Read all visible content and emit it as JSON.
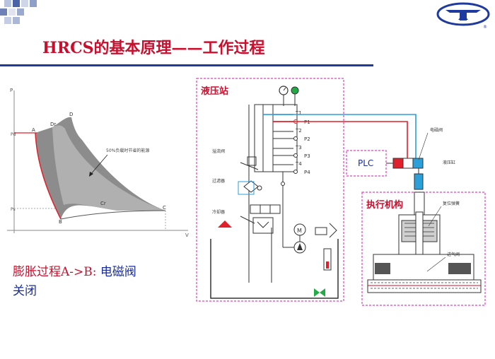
{
  "header": {
    "title": "HRCS的基本原理——工作过程"
  },
  "pv_chart": {
    "axis_p": "P",
    "axis_v": "V",
    "pd_label": "Pd",
    "ps_label": "Ps",
    "point_a": "A",
    "point_b": "B",
    "point_c": "C",
    "point_d": "D",
    "point_dr": "Dr",
    "point_cr": "Cr",
    "annotation": "50%负载时节省的能源"
  },
  "caption": {
    "part1": "膨胀过程A->B:",
    "part2": "电磁阀",
    "part3": "关闭"
  },
  "hydraulic": {
    "station_label": "液压站",
    "t1": "T1",
    "p1": "P1",
    "t2": "T2",
    "p2": "P2",
    "t3": "T3",
    "p3": "P3",
    "t4": "T4",
    "p4": "P4",
    "relief_valve": "溢流阀",
    "filter": "过滤器",
    "cooler": "冷却器",
    "plc": "PLC",
    "solenoid_valve": "电磁阀",
    "cylinder": "液压缸",
    "actuator_label": "执行机构",
    "reset_spring": "复位弹簧",
    "intake_valve": "进气阀"
  },
  "colors": {
    "title_red": "#c8102e",
    "rule_blue": "#1f3a9e",
    "dashed_magenta": "#e040c0",
    "line_blue": "#2a9fd8",
    "line_red": "#e0202a",
    "caption_blue": "#1a2d9c"
  }
}
